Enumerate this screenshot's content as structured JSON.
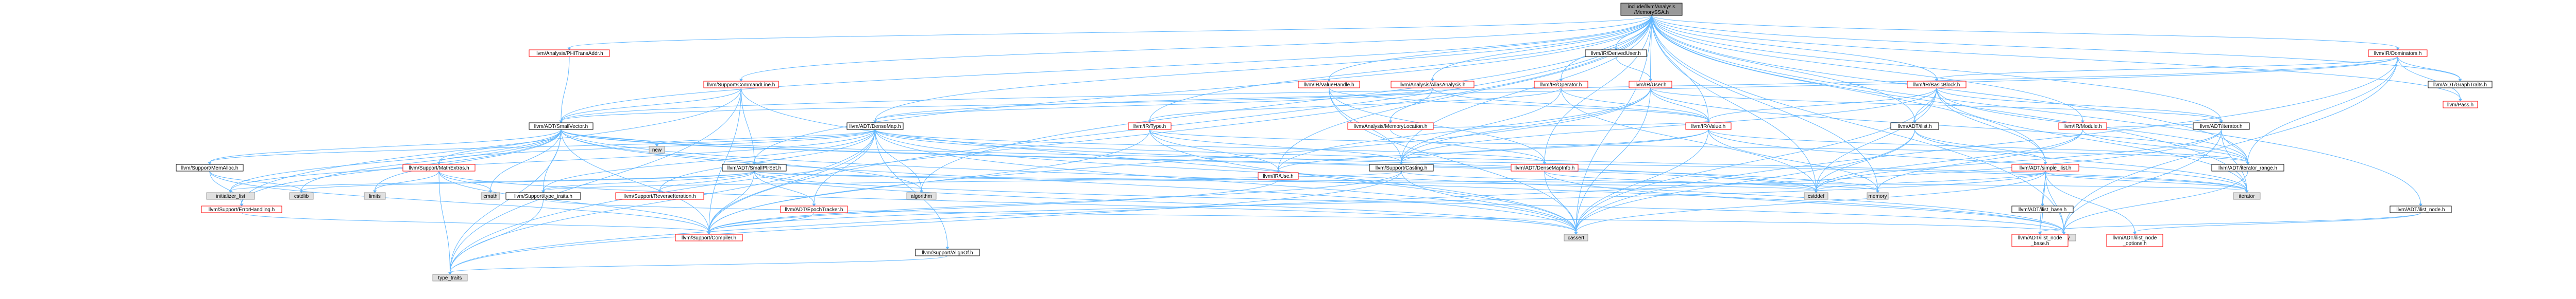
{
  "graph": {
    "colors": {
      "edge": "#63b8ff",
      "root_fill": "#999999",
      "red": "#ff0000",
      "black": "#000000",
      "gray_fill": "#e0e0e0",
      "gray_stroke": "#999999",
      "white_fill": "#ffffff",
      "text": "#000000"
    },
    "nodes": [
      {
        "id": "root",
        "lines": [
          "include/llvm/Analysis",
          "/MemorySSA.h"
        ],
        "style": "root"
      },
      {
        "id": "ptrtransaddr",
        "lines": [
          "llvm/Analysis/PHITransAddr.h"
        ],
        "style": "red"
      },
      {
        "id": "commandline",
        "lines": [
          "llvm/Support/CommandLine.h"
        ],
        "style": "red"
      },
      {
        "id": "derivedtypes",
        "lines": [
          "llvm/IR/DerivedUser.h"
        ],
        "style": "black"
      },
      {
        "id": "valuehandle",
        "lines": [
          "llvm/IR/ValueHandle.h"
        ],
        "style": "red"
      },
      {
        "id": "aliasanalysis",
        "lines": [
          "llvm/Analysis/AliasAnalysis.h"
        ],
        "style": "red"
      },
      {
        "id": "operator",
        "lines": [
          "llvm/IR/Operator.h"
        ],
        "style": "red"
      },
      {
        "id": "user",
        "lines": [
          "llvm/IR/User.h"
        ],
        "style": "red"
      },
      {
        "id": "basicblock",
        "lines": [
          "llvm/IR/BasicBlock.h"
        ],
        "style": "red"
      },
      {
        "id": "dominators",
        "lines": [
          "llvm/IR/Dominators.h"
        ],
        "style": "red"
      },
      {
        "id": "graphtraits",
        "lines": [
          "llvm/ADT/GraphTraits.h"
        ],
        "style": "black"
      },
      {
        "id": "pass",
        "lines": [
          "llvm/Pass.h"
        ],
        "style": "red"
      },
      {
        "id": "smallvector",
        "lines": [
          "llvm/ADT/SmallVector.h"
        ],
        "style": "black"
      },
      {
        "id": "densemap",
        "lines": [
          "llvm/ADT/DenseMap.h"
        ],
        "style": "black"
      },
      {
        "id": "type",
        "lines": [
          "llvm/IR/Type.h"
        ],
        "style": "red"
      },
      {
        "id": "memorylocation",
        "lines": [
          "llvm/Analysis/MemoryLocation.h"
        ],
        "style": "red"
      },
      {
        "id": "value",
        "lines": [
          "llvm/IR/Value.h"
        ],
        "style": "red"
      },
      {
        "id": "ilist",
        "lines": [
          "llvm/ADT/ilist.h"
        ],
        "style": "black"
      },
      {
        "id": "module",
        "lines": [
          "llvm/IR/Module.h"
        ],
        "style": "red"
      },
      {
        "id": "iterator",
        "lines": [
          "llvm/ADT/iterator.h"
        ],
        "style": "black"
      },
      {
        "id": "memalloc",
        "lines": [
          "llvm/Support/MemAlloc.h"
        ],
        "style": "black"
      },
      {
        "id": "mathextras",
        "lines": [
          "llvm/Support/MathExtras.h"
        ],
        "style": "red"
      },
      {
        "id": "smallptrset",
        "lines": [
          "llvm/ADT/SmallPtrSet.h"
        ],
        "style": "black"
      },
      {
        "id": "new",
        "lines": [
          "new"
        ],
        "style": "gray"
      },
      {
        "id": "casting",
        "lines": [
          "llvm/Support/Casting.h"
        ],
        "style": "black"
      },
      {
        "id": "use",
        "lines": [
          "llvm/IR/Use.h"
        ],
        "style": "red"
      },
      {
        "id": "densemapinfo",
        "lines": [
          "llvm/ADT/DenseMapInfo.h"
        ],
        "style": "red"
      },
      {
        "id": "simple_ilist",
        "lines": [
          "llvm/ADT/simple_ilist.h"
        ],
        "style": "red"
      },
      {
        "id": "iterator_range",
        "lines": [
          "llvm/ADT/iterator_range.h"
        ],
        "style": "black"
      },
      {
        "id": "ilist_node",
        "lines": [
          "llvm/ADT/ilist_node.h"
        ],
        "style": "black"
      },
      {
        "id": "errorhandling",
        "lines": [
          "llvm/Support/ErrorHandling.h"
        ],
        "style": "red"
      },
      {
        "id": "initializer_list",
        "lines": [
          "initializer_list"
        ],
        "style": "gray"
      },
      {
        "id": "cstdlib",
        "lines": [
          "cstdlib"
        ],
        "style": "gray"
      },
      {
        "id": "limits",
        "lines": [
          "limits"
        ],
        "style": "gray"
      },
      {
        "id": "cmath",
        "lines": [
          "cmath"
        ],
        "style": "gray"
      },
      {
        "id": "type_traits_h",
        "lines": [
          "llvm/Support/type_traits.h"
        ],
        "style": "black"
      },
      {
        "id": "reverseiteration",
        "lines": [
          "llvm/Support/ReverseIteration.h"
        ],
        "style": "red"
      },
      {
        "id": "epochtracker",
        "lines": [
          "llvm/ADT/EpochTracker.h"
        ],
        "style": "red"
      },
      {
        "id": "algorithm",
        "lines": [
          "algorithm"
        ],
        "style": "gray"
      },
      {
        "id": "alignof",
        "lines": [
          "llvm/Support/AlignOf.h"
        ],
        "style": "black"
      },
      {
        "id": "compiler",
        "lines": [
          "llvm/Support/Compiler.h"
        ],
        "style": "red"
      },
      {
        "id": "cstddef",
        "lines": [
          "cstddef"
        ],
        "style": "gray"
      },
      {
        "id": "memory",
        "lines": [
          "memory"
        ],
        "style": "gray"
      },
      {
        "id": "cassert",
        "lines": [
          "cassert"
        ],
        "style": "gray"
      },
      {
        "id": "utility",
        "lines": [
          "utility"
        ],
        "style": "gray"
      },
      {
        "id": "iterator_std",
        "lines": [
          "iterator"
        ],
        "style": "gray"
      },
      {
        "id": "ilist_base",
        "lines": [
          "llvm/ADT/ilist_base.h"
        ],
        "style": "black"
      },
      {
        "id": "ilist_node_base",
        "lines": [
          "llvm/ADT/ilist_node",
          "_base.h"
        ],
        "style": "red"
      },
      {
        "id": "ilist_node_options",
        "lines": [
          "llvm/ADT/ilist_node",
          "_options.h"
        ],
        "style": "red"
      },
      {
        "id": "type_traits",
        "lines": [
          "type_traits"
        ],
        "style": "gray"
      }
    ]
  }
}
